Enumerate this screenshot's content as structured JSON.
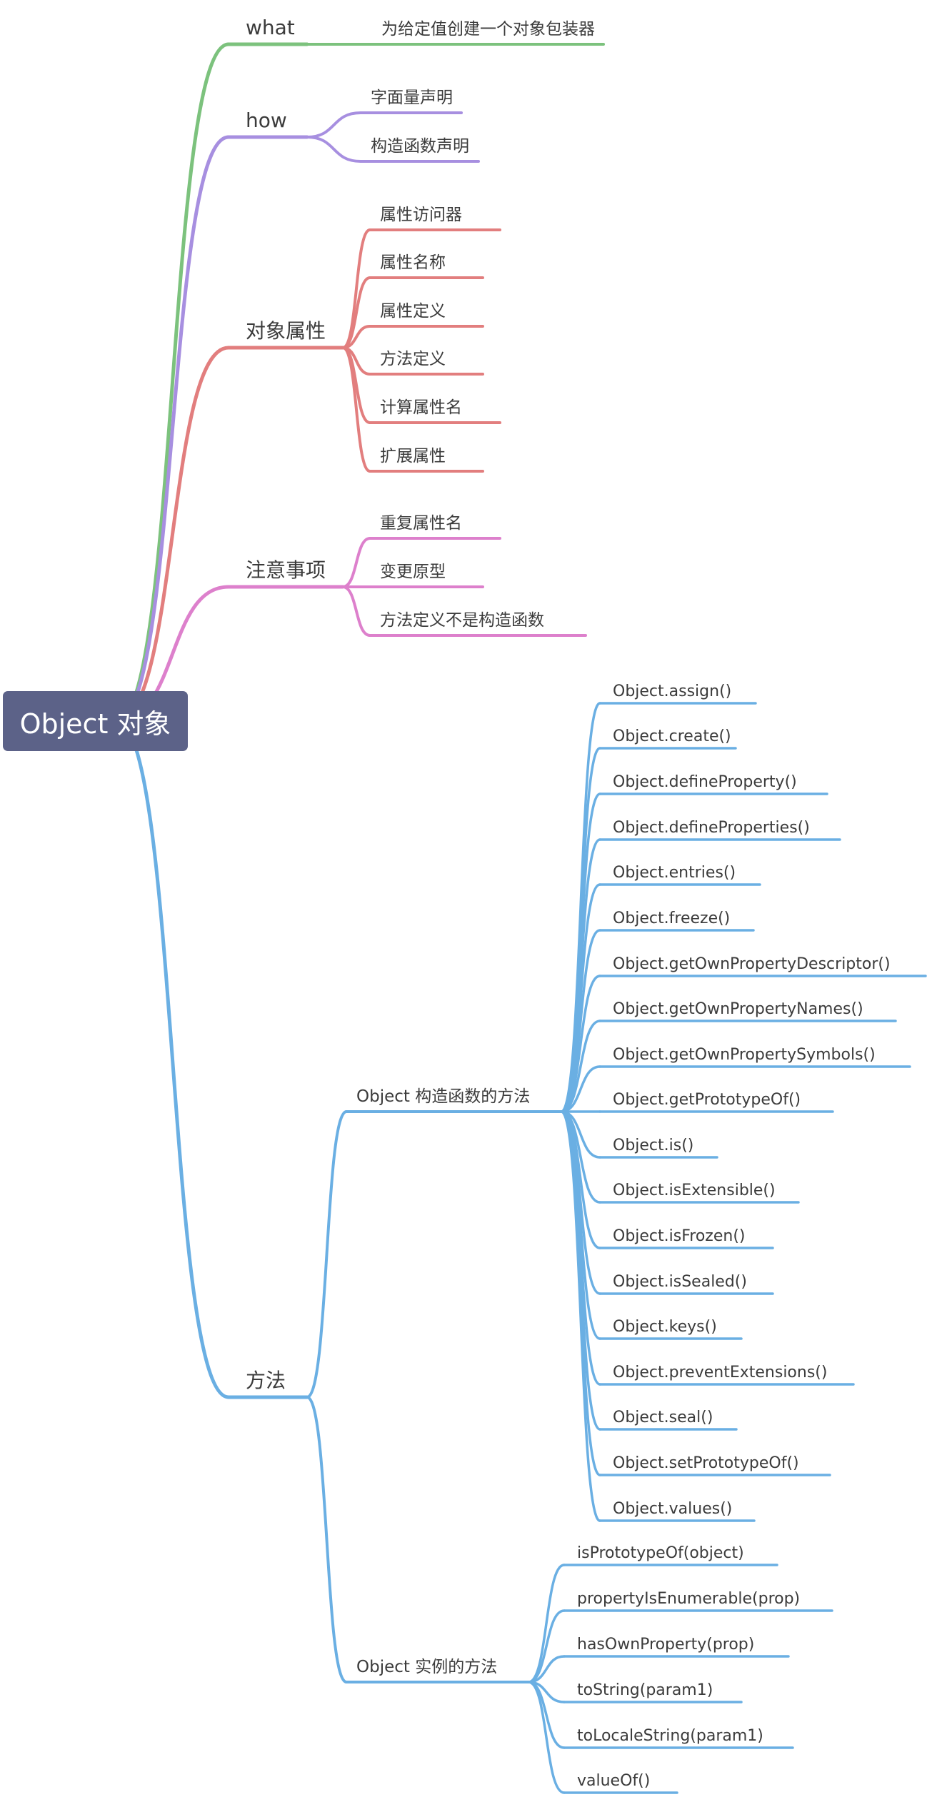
{
  "root": {
    "label": "Object 对象"
  },
  "colors": {
    "root_bg": "#5c6288",
    "what": "#7cc27d",
    "how": "#a78fe0",
    "props": "#e27e7e",
    "notes": "#dd80cc",
    "methods": "#6aafe3"
  },
  "branches": [
    {
      "label": "what",
      "color_key": "what",
      "children": [
        {
          "label": "为给定值创建一个对象包装器"
        }
      ]
    },
    {
      "label": "how",
      "color_key": "how",
      "children": [
        {
          "label": "字面量声明"
        },
        {
          "label": "构造函数声明"
        }
      ]
    },
    {
      "label": "对象属性",
      "color_key": "props",
      "children": [
        {
          "label": "属性访问器"
        },
        {
          "label": "属性名称"
        },
        {
          "label": "属性定义"
        },
        {
          "label": "方法定义"
        },
        {
          "label": "计算属性名"
        },
        {
          "label": "扩展属性"
        }
      ]
    },
    {
      "label": "注意事项",
      "color_key": "notes",
      "children": [
        {
          "label": "重复属性名"
        },
        {
          "label": "变更原型"
        },
        {
          "label": "方法定义不是构造函数"
        }
      ]
    },
    {
      "label": "方法",
      "color_key": "methods",
      "children": [
        {
          "label": "Object 构造函数的方法",
          "children": [
            {
              "label": "Object.assign()"
            },
            {
              "label": "Object.create()"
            },
            {
              "label": "Object.defineProperty()"
            },
            {
              "label": "Object.defineProperties()"
            },
            {
              "label": "Object.entries()"
            },
            {
              "label": "Object.freeze()"
            },
            {
              "label": "Object.getOwnPropertyDescriptor()"
            },
            {
              "label": "Object.getOwnPropertyNames()"
            },
            {
              "label": "Object.getOwnPropertySymbols()"
            },
            {
              "label": "Object.getPrototypeOf()"
            },
            {
              "label": "Object.is()"
            },
            {
              "label": "Object.isExtensible()"
            },
            {
              "label": "Object.isFrozen()"
            },
            {
              "label": "Object.isSealed()"
            },
            {
              "label": "Object.keys()"
            },
            {
              "label": "Object.preventExtensions()"
            },
            {
              "label": "Object.seal()"
            },
            {
              "label": "Object.setPrototypeOf()"
            },
            {
              "label": "Object.values()"
            }
          ]
        },
        {
          "label": "Object 实例的方法",
          "children": [
            {
              "label": "isPrototypeOf(object)"
            },
            {
              "label": "propertyIsEnumerable(prop)"
            },
            {
              "label": "hasOwnProperty(prop)"
            },
            {
              "label": "toString(param1)"
            },
            {
              "label": "toLocaleString(param1)"
            },
            {
              "label": "valueOf()"
            }
          ]
        }
      ]
    }
  ]
}
